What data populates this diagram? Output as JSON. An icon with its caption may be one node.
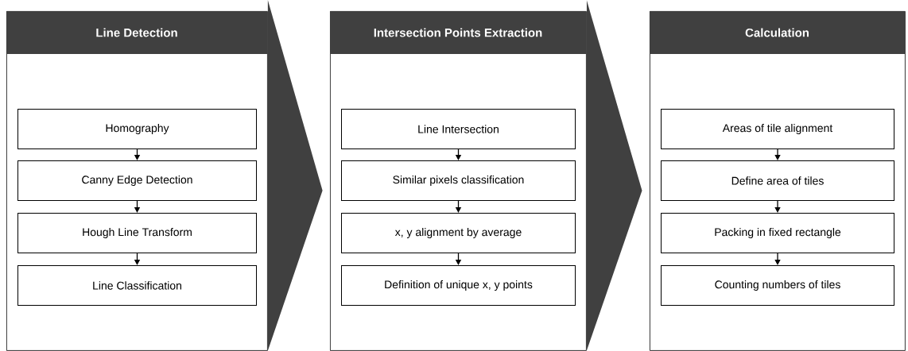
{
  "diagram": {
    "nodes": [
      {
        "text": [
          "Line Detection"
        ]
      },
      {
        "text": [
          "Homography"
        ],
        "in": 0
      },
      {
        "text": [
          "Canny Edge Detection"
        ],
        "in": 0
      },
      {
        "text": [
          "Hough Line Transform"
        ],
        "in": 0
      },
      {
        "text": [
          "Line Classification"
        ],
        "in": 0
      },
      {
        "text": [
          "Intersection Points Extraction"
        ]
      },
      {
        "text": [
          "Line Intersection"
        ],
        "in": 5
      },
      {
        "text": [
          "Similar pixels classification"
        ],
        "in": 5
      },
      {
        "text": [
          "x, y alignment by average"
        ],
        "in": 5
      },
      {
        "text": [
          "Definition of unique x, y points"
        ],
        "in": 5
      },
      {
        "text": [
          "Calculation"
        ]
      },
      {
        "text": [
          "Areas of tile alignment"
        ],
        "in": 10
      },
      {
        "text": [
          "Define area of tiles"
        ],
        "in": 10
      },
      {
        "text": [
          "Packing in fixed rectangle"
        ],
        "in": 10
      },
      {
        "text": [
          "Counting numbers of tiles"
        ],
        "in": 10
      }
    ],
    "edges": [
      {
        "from": 0,
        "to": 5,
        "arrow": "to"
      },
      {
        "from": 5,
        "to": 10,
        "arrow": "to"
      },
      {
        "from": 1,
        "to": 2,
        "arrow": "to"
      },
      {
        "from": 2,
        "to": 3,
        "arrow": "to"
      },
      {
        "from": 3,
        "to": 4,
        "arrow": "to"
      },
      {
        "from": 6,
        "to": 7,
        "arrow": "to"
      },
      {
        "from": 7,
        "to": 8,
        "arrow": "to"
      },
      {
        "from": 8,
        "to": 9,
        "arrow": "to"
      },
      {
        "from": 11,
        "to": 12,
        "arrow": "to"
      },
      {
        "from": 12,
        "to": 13,
        "arrow": "to"
      },
      {
        "from": 13,
        "to": 14,
        "arrow": "to"
      }
    ]
  }
}
